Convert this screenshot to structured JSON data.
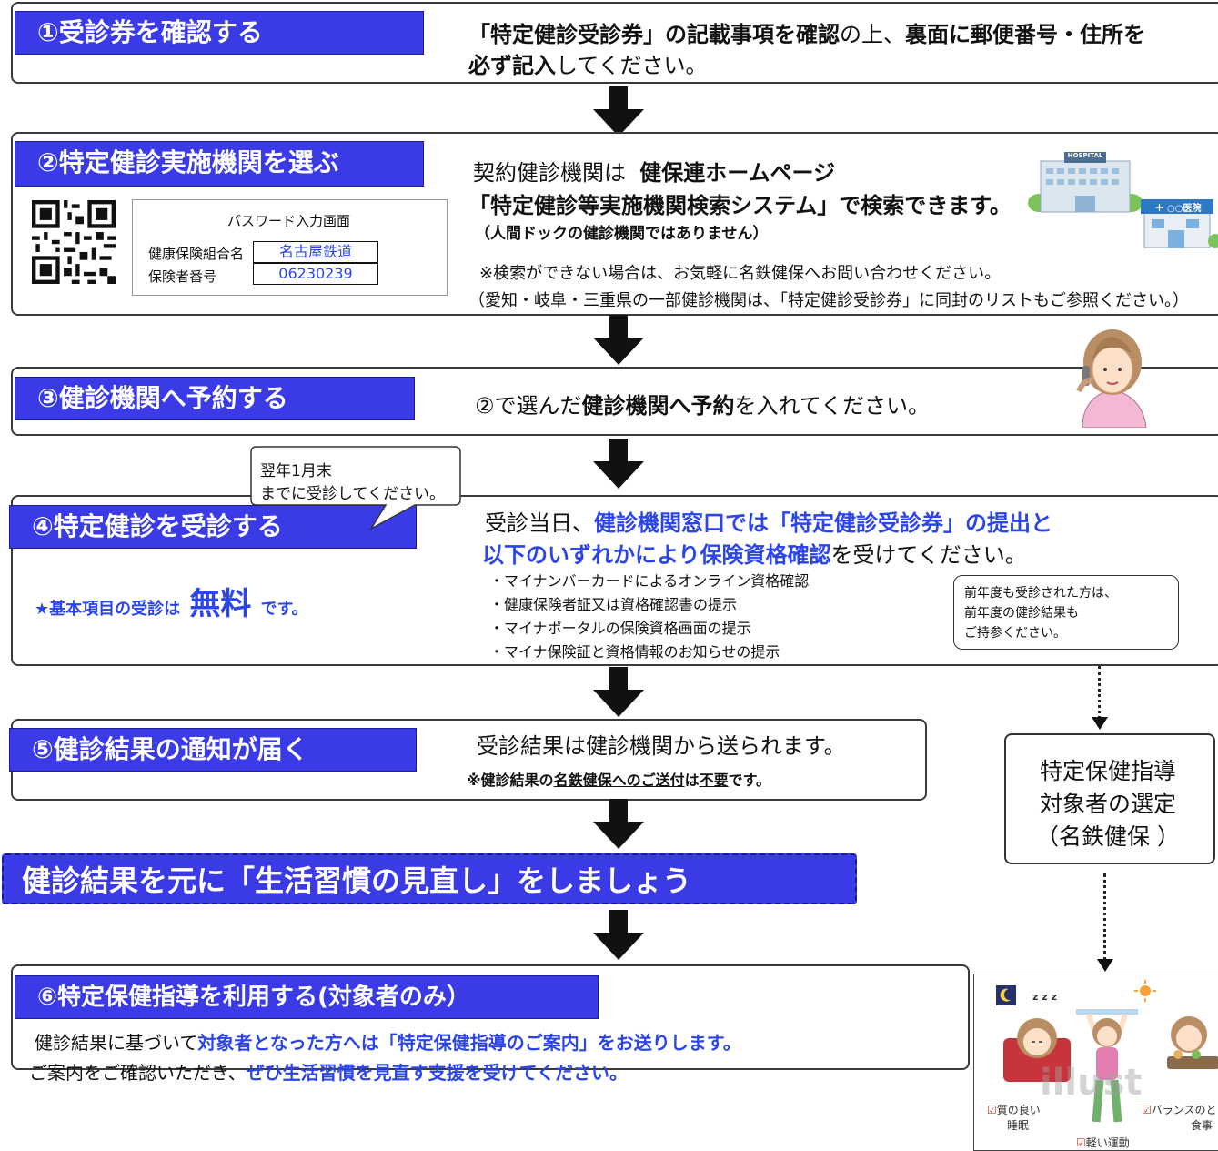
{
  "step1": {
    "title": "①受診券を確認する",
    "line1_bold1": "「特定健診受診券」の記載事項を確認",
    "line1_mid": "の上、",
    "line1_bold2": "裏面に郵便番号・住所を",
    "line2_bold": "必ず記入",
    "line2_rest": "してください。"
  },
  "step2": {
    "title": "②特定健診実施機関を選ぶ",
    "intro": "契約健診機関は",
    "site": "健保連ホームページ",
    "system": "「特定健診等実施機関検索システム」で検索できます。",
    "note_bold": "（人間ドックの健診機関ではありません）",
    "note1": "※検索ができない場合は、お気軽に名鉄健保へお問い合わせください。",
    "note2": "（愛知・岐阜・三重県の一部健診機関は、「特定健診受診券」に同封のリストもご参照ください。）",
    "password_box": {
      "heading": "パスワード入力画面",
      "label1": "健康保険組合名",
      "value1": "名古屋鉄道",
      "label2": "保険者番号",
      "value2": "06230239"
    },
    "hospital_sign": "HOSPITAL",
    "clinic_sign": "＋ ○○医院"
  },
  "step3": {
    "title": "③健診機関へ予約する",
    "pre": "②で選んだ",
    "bold": "健診機関へ予約",
    "post": "を入れてください。"
  },
  "bubble": {
    "line1": "翌年1月末",
    "line2": "までに受診してください。"
  },
  "step4": {
    "title": "④特定健診を受診する",
    "free_pre": "★基本項目の受診は",
    "free_big": "無料",
    "free_post": "です。",
    "line1_pre": "受診当日、",
    "line1_blue": "健診機関窓口では「特定健診受診券」の提出と",
    "line2_blue": "以下のいずれかにより保険資格確認",
    "line2_post": "を受けてください。",
    "bullets": [
      "・マイナンバーカードによるオンライン資格確認",
      "・健康保険者証又は資格確認書の提示",
      "・マイナポータルの保険資格画面の提示",
      "・マイナ保険証と資格情報のお知らせの提示"
    ],
    "prev_note": [
      "前年度も受診された方は、",
      "前年度の健診結果も",
      "ご持参ください。"
    ]
  },
  "step5": {
    "title": "⑤健診結果の通知が届く",
    "line1": "受診結果は健診機関から送られます。",
    "note_pre": "※健診結果の",
    "note_u1": "名鉄健保へのご送付",
    "note_mid": "は",
    "note_u2": "不要",
    "note_post": "です。"
  },
  "selection_box": [
    "特定保健指導",
    "対象者の選定",
    "（名鉄健保 ）"
  ],
  "lifestyle_banner": "健診結果を元に「生活習慣の見直し」をしましょう",
  "step6": {
    "title": "⑥特定保健指導を利用する(対象者のみ）",
    "line1_pre": "健診結果に基づいて",
    "line1_blue": "対象者となった方へは「特定保健指導のご案内」をお送りします。",
    "line2_pre": "ご案内をご確認いただき、",
    "line2_blue": "ぜひ生活習慣を見直す支援を受けてください。"
  },
  "lifestyle_illust": {
    "zzz": "z z z",
    "sleep": [
      "質の良い",
      "睡眠"
    ],
    "meal": [
      "バランスのと",
      "食事"
    ],
    "exercise": "軽い運動",
    "watermark": "illust"
  },
  "colors": {
    "accent": "#3a3ae6",
    "blue_text": "#2b45e8"
  }
}
